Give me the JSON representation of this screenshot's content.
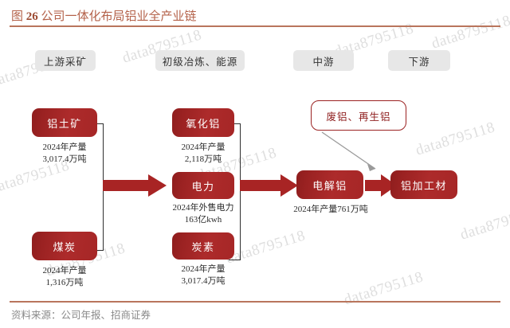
{
  "header": {
    "figure_prefix": "图",
    "figure_number": "26",
    "title": "公司一体化布局铝业全产业链"
  },
  "footer": {
    "source": "资料来源：公司年报、招商证券"
  },
  "watermark": {
    "text": "data8795118"
  },
  "colors": {
    "accent_rule": "#b9755c",
    "title_text": "#b4624a",
    "node_fill": "#a62626",
    "node_fill_dark": "#8e1d1d",
    "stage_fill": "#e7e7e7",
    "arrow_red": "#a82424",
    "connector_black": "#2f2f2f",
    "pointer_gray": "#9a9a9a"
  },
  "stages": [
    {
      "label": "上游采矿"
    },
    {
      "label": "初级冶炼、能源"
    },
    {
      "label": "中游"
    },
    {
      "label": "下游"
    }
  ],
  "nodes": [
    {
      "id": "bauxite",
      "label": "铝土矿",
      "caption": [
        "2024年产量",
        "3,017.4万吨"
      ]
    },
    {
      "id": "coal",
      "label": "煤炭",
      "caption": [
        "2024年产量",
        "1,316万吨"
      ]
    },
    {
      "id": "alumina",
      "label": "氧化铝",
      "caption": [
        "2024年产量",
        "2,118万吨"
      ]
    },
    {
      "id": "power",
      "label": "电力",
      "caption": [
        "2024年外售电力",
        "163亿kwh"
      ]
    },
    {
      "id": "carbon",
      "label": "炭素",
      "caption": [
        "2024年产量",
        "3,017.4万吨"
      ]
    },
    {
      "id": "smelting",
      "label": "电解铝",
      "caption": [
        "2024年产量761万吨"
      ]
    },
    {
      "id": "products",
      "label": "铝加工材",
      "caption": []
    }
  ],
  "callout": {
    "label": "废铝、再生铝"
  }
}
